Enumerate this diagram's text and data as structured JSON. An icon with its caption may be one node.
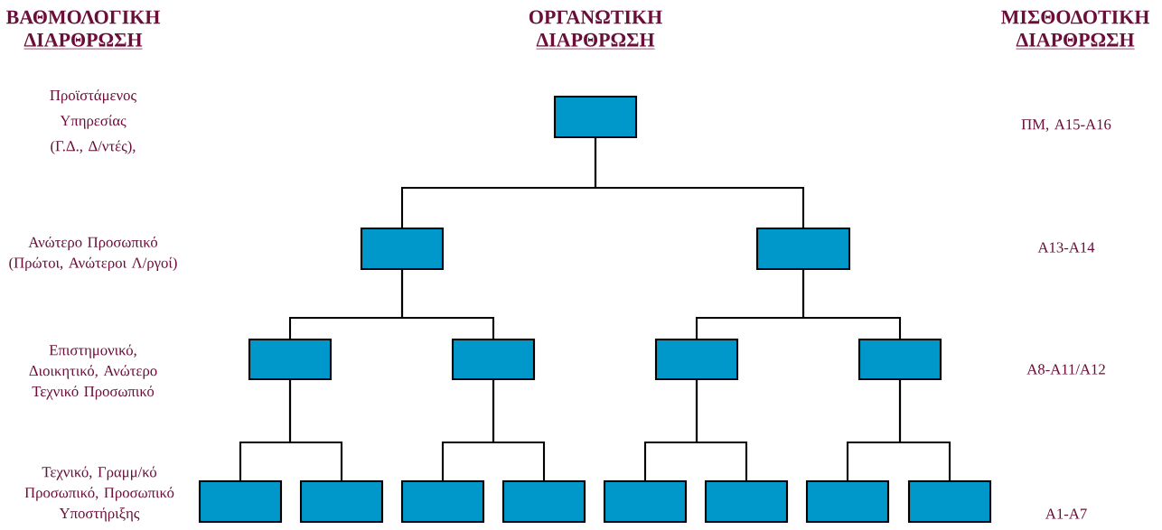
{
  "diagram": {
    "nodes": [
      {
        "text": [],
        "shape": "box"
      },
      {
        "text": [],
        "shape": "box"
      },
      {
        "text": [],
        "shape": "box"
      },
      {
        "text": [],
        "shape": "box"
      },
      {
        "text": [],
        "shape": "box"
      },
      {
        "text": [],
        "shape": "box"
      },
      {
        "text": [],
        "shape": "box"
      },
      {
        "text": [],
        "shape": "box"
      },
      {
        "text": [],
        "shape": "box"
      },
      {
        "text": [],
        "shape": "box"
      },
      {
        "text": [],
        "shape": "box"
      },
      {
        "text": [],
        "shape": "box"
      },
      {
        "text": [],
        "shape": "box"
      },
      {
        "text": [],
        "shape": "box"
      },
      {
        "text": [],
        "shape": "box"
      }
    ],
    "edges": [
      {
        "from": 0,
        "to": 1,
        "arrow": "none"
      },
      {
        "from": 0,
        "to": 2,
        "arrow": "none"
      },
      {
        "from": 1,
        "to": 3,
        "arrow": "none"
      },
      {
        "from": 1,
        "to": 4,
        "arrow": "none"
      },
      {
        "from": 2,
        "to": 5,
        "arrow": "none"
      },
      {
        "from": 2,
        "to": 6,
        "arrow": "none"
      },
      {
        "from": 3,
        "to": 7,
        "arrow": "none"
      },
      {
        "from": 3,
        "to": 8,
        "arrow": "none"
      },
      {
        "from": 4,
        "to": 9,
        "arrow": "none"
      },
      {
        "from": 4,
        "to": 10,
        "arrow": "none"
      },
      {
        "from": 5,
        "to": 11,
        "arrow": "none"
      },
      {
        "from": 5,
        "to": 12,
        "arrow": "none"
      },
      {
        "from": 6,
        "to": 13,
        "arrow": "none"
      },
      {
        "from": 6,
        "to": 14,
        "arrow": "none"
      }
    ],
    "labels": [
      "ΒΑΘΜΟΛΟΓΙΚΗ",
      "ΔΙΑΡΘΡΩΣΗ",
      "ΟΡΓΑΝΩΤΙΚΗ",
      "ΔΙΑΡΘΡΩΣΗ",
      "ΜΙΣΘΟΔΟΤΙΚΗ",
      "ΔΙΑΡΘΡΩΣΗ",
      "Προϊστάμενος Υπηρεσίας (Γ.Δ., Δ/ντές),",
      "ΠΜ, Α15-Α16",
      "Ανώτερο Προσωπικό (Πρώτοι, Ανώτεροι Λ/ργοί)",
      "Α13-Α14",
      "Επιστημονικό, Διοικητικό, Ανώτερο Τεχνικό Προσωπικό",
      "Α8-Α11/Α12",
      "Τεχνικό, Γραμμ/κό Προσωπικό, Προσωπικό Υποστήριξης",
      "Α1-Α7"
    ]
  }
}
